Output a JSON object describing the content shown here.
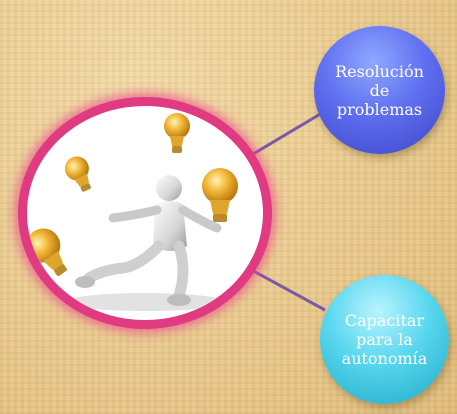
{
  "diagram": {
    "nodes": [
      {
        "id": "resolucion",
        "label": "Resolución\nde\nproblemas",
        "color": "#5f6ff0"
      },
      {
        "id": "capacitar",
        "label": "Capacitar\npara la\nautonomía",
        "color": "#3cc4df"
      }
    ],
    "hub": {
      "image": "figure-juggling-lightbulbs",
      "border_color": "#e03a80"
    },
    "connector_color": "#7a59a8"
  }
}
